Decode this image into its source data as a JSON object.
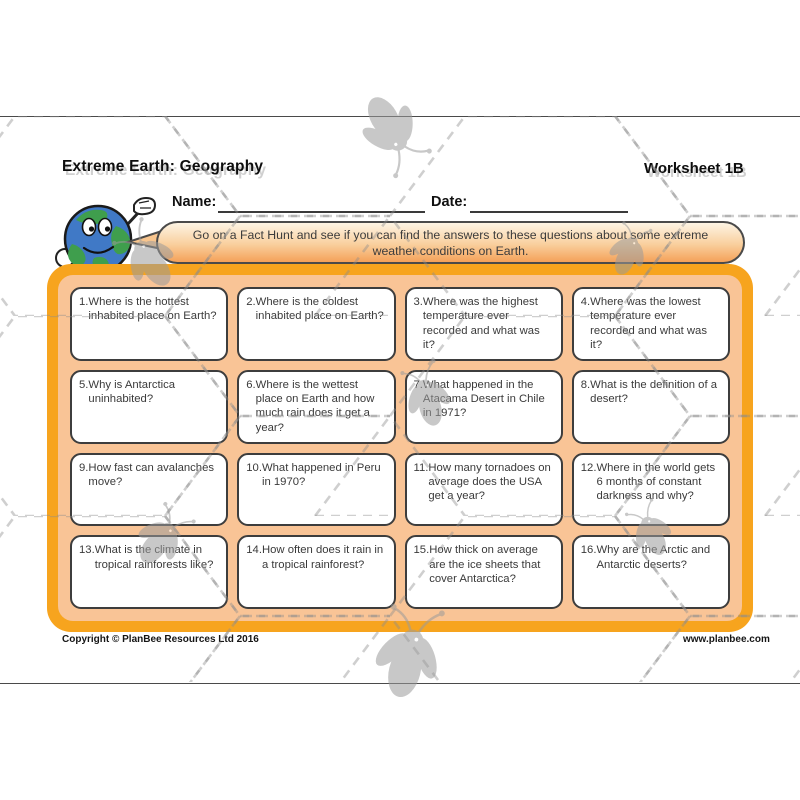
{
  "page": {
    "title": "Extreme Earth: Geography",
    "worksheet_label": "Worksheet 1B",
    "name_label": "Name:",
    "date_label": "Date:",
    "speech_bubble": "Go on a Fact Hunt and see if you can find the answers to these questions about some extreme weather conditions on Earth.",
    "footer_left": "Copyright © PlanBee Resources Ltd 2016",
    "footer_right": "www.planbee.com"
  },
  "colors": {
    "board_border_orange": "#f7a41e",
    "board_fill_peach": "#f9c496",
    "bubble_gradient_top": "#fdf4e4",
    "bubble_gradient_bottom": "#f4a159",
    "card_border": "#3d3d3d",
    "hexagon_pattern_gray": "#9a9a9a",
    "bee_gray": "#9c9c9c"
  },
  "icons": {
    "earth_character": "earth-mascot-icon",
    "bee": "bee-silhouette-icon",
    "hexagons": "dashed-hexagon-pattern"
  },
  "questions": [
    {
      "num": "1.",
      "text": "Where is the hottest inhabited place on Earth?"
    },
    {
      "num": "2.",
      "text": "Where is the coldest inhabited place on Earth?"
    },
    {
      "num": "3.",
      "text": "Where was the highest temperature ever recorded and what was it?"
    },
    {
      "num": "4.",
      "text": "Where was the lowest temperature ever recorded and what was it?"
    },
    {
      "num": "5.",
      "text": "Why is Antarctica uninhabited?"
    },
    {
      "num": "6.",
      "text": "Where is the wettest place on Earth and how much rain does it get a year?"
    },
    {
      "num": "7.",
      "text": "What happened in the Atacama Desert in Chile in 1971?"
    },
    {
      "num": "8.",
      "text": "What is the definition of a desert?"
    },
    {
      "num": "9.",
      "text": "How fast can avalanches move?"
    },
    {
      "num": "10.",
      "text": "What happened in Peru in 1970?"
    },
    {
      "num": "11.",
      "text": "How many tornadoes on average does the USA get a year?"
    },
    {
      "num": "12.",
      "text": "Where in the world gets 6 months of constant darkness and why?"
    },
    {
      "num": "13.",
      "text": "What is the climate in tropical rainforests like?"
    },
    {
      "num": "14.",
      "text": "How often does it rain in a tropical rainforest?"
    },
    {
      "num": "15.",
      "text": "How thick on average are the ice sheets that cover Antarctica?"
    },
    {
      "num": "16.",
      "text": "Why are the Arctic and Antarctic deserts?"
    }
  ]
}
